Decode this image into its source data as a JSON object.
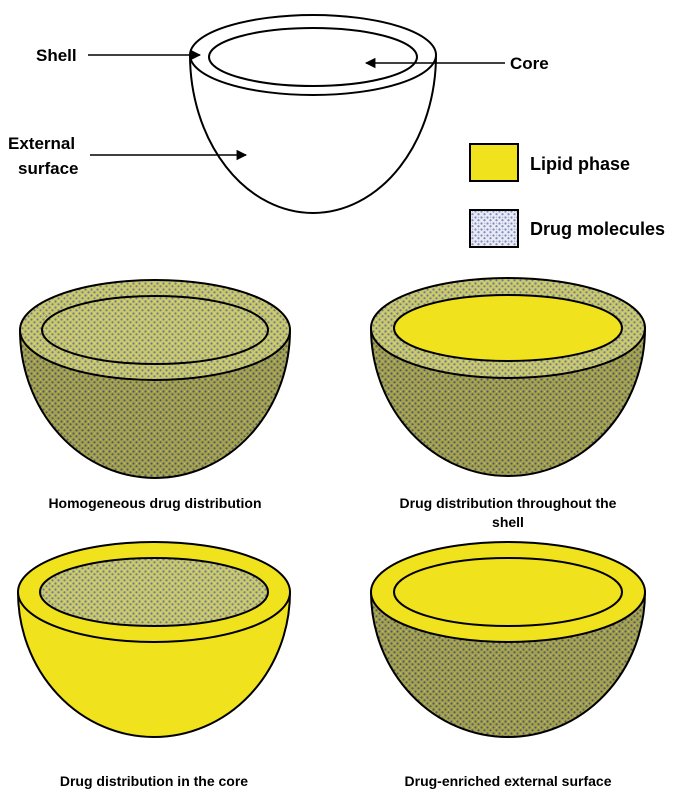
{
  "colors": {
    "lipid": "#f0e21c",
    "drug_dot": "#8a93c8",
    "drug_bg": "#e9ebf3",
    "outline": "#000000",
    "background": "#ffffff"
  },
  "schematic": {
    "shell_label": "Shell",
    "core_label": "Core",
    "external_label_line1": "External",
    "external_label_line2": "surface"
  },
  "legend": {
    "lipid_label": "Lipid phase",
    "drug_label": "Drug molecules"
  },
  "panels": [
    {
      "caption_line1": "Homogeneous drug distribution",
      "caption_line2": ""
    },
    {
      "caption_line1": "Drug distribution throughout the",
      "caption_line2": "shell"
    },
    {
      "caption_line1": "Drug distribution in the core",
      "caption_line2": ""
    },
    {
      "caption_line1": "Drug-enriched external surface",
      "caption_line2": ""
    }
  ]
}
